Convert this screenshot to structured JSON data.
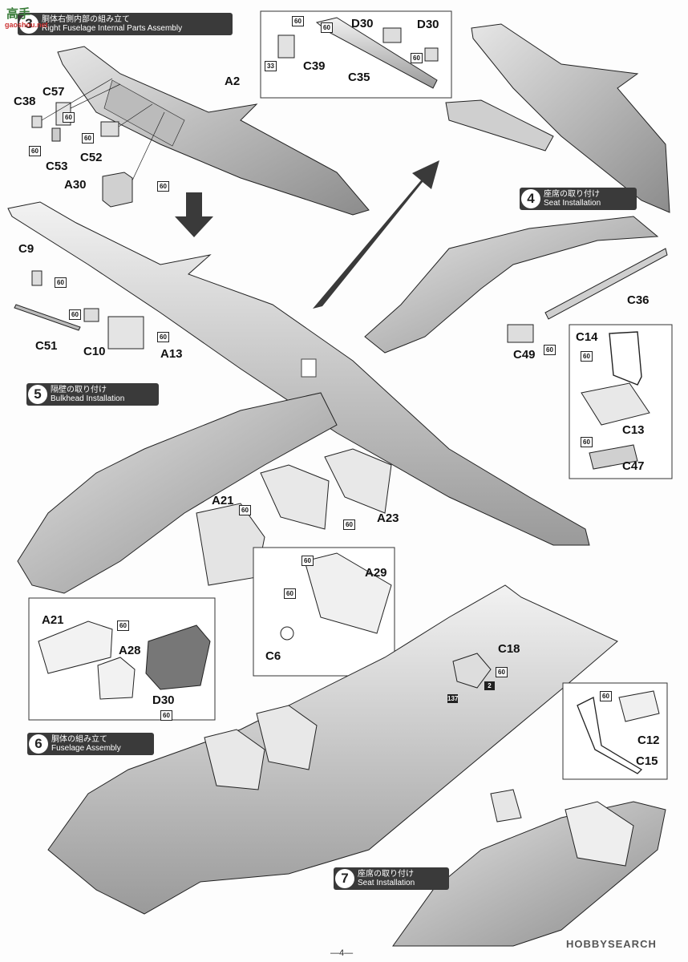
{
  "watermark": {
    "top_left": "高手",
    "top_left_sub": "gaoshou.net",
    "bottom_right": "HOBBYSEARCH"
  },
  "steps": [
    {
      "num": "3",
      "jp": "胴体右側内部の組み立て",
      "en": "Right Fuselage Internal Parts Assembly"
    },
    {
      "num": "4",
      "jp": "座席の取り付け",
      "en": "Seat Installation"
    },
    {
      "num": "5",
      "jp": "隔壁の取り付け",
      "en": "Bulkhead Installation"
    },
    {
      "num": "6",
      "jp": "胴体の組み立て",
      "en": "Fuselage Assembly"
    },
    {
      "num": "7",
      "jp": "座席の取り付け",
      "en": "Seat Installation"
    }
  ],
  "parts": {
    "A2": "A2",
    "C38": "C38",
    "C57": "C57",
    "C53": "C53",
    "C52": "C52",
    "A30": "A30",
    "D30a": "D30",
    "D30b": "D30",
    "C39": "C39",
    "C35": "C35",
    "C9": "C9",
    "C51": "C51",
    "C10": "C10",
    "A13": "A13",
    "C36": "C36",
    "C14": "C14",
    "C49": "C49",
    "C13": "C13",
    "C47": "C47",
    "A21a": "A21",
    "A23": "A23",
    "A29": "A29",
    "C6": "C6",
    "A21b": "A21",
    "A28": "A28",
    "D30c": "D30",
    "C18": "C18",
    "C12": "C12",
    "C15": "C15"
  },
  "paint_code": "60",
  "paint_code_alt": "33",
  "decal_2": "2",
  "decal_137": "137",
  "page_number": "—4—"
}
